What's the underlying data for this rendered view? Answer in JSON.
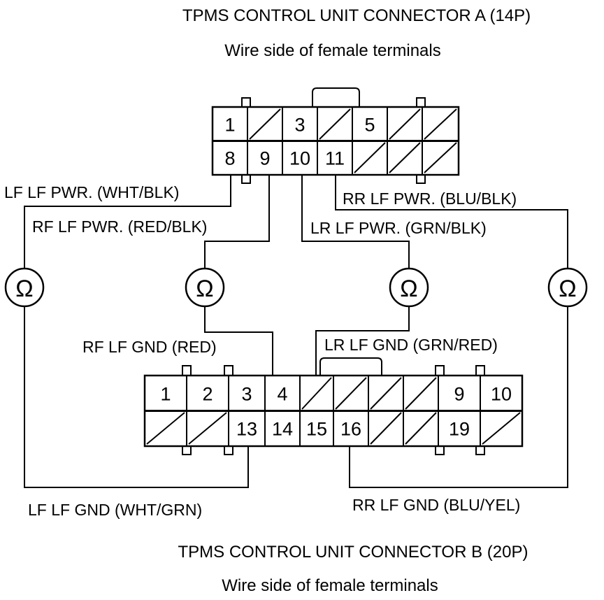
{
  "connector_a": {
    "title": "TPMS CONTROL UNIT CONNECTOR A (14P)",
    "subtitle": "Wire side of female terminals",
    "row1": [
      "1",
      "",
      "3",
      "",
      "5",
      "",
      ""
    ],
    "row2": [
      "8",
      "9",
      "10",
      "11",
      "",
      "",
      ""
    ]
  },
  "connector_b": {
    "title": "TPMS CONTROL UNIT CONNECTOR B (20P)",
    "subtitle": "Wire side of female terminals",
    "row1": [
      "1",
      "2",
      "3",
      "4",
      "",
      "",
      "",
      "",
      "9",
      "10"
    ],
    "row2": [
      "",
      "",
      "13",
      "14",
      "15",
      "16",
      "",
      "",
      "19",
      ""
    ]
  },
  "wires": {
    "lf_pwr": "LF LF PWR. (WHT/BLK)",
    "rf_pwr": "RF LF PWR. (RED/BLK)",
    "lr_pwr": "LR LF PWR. (GRN/BLK)",
    "rr_pwr": "RR LF PWR. (BLU/BLK)",
    "rf_gnd": "RF LF GND (RED)",
    "lr_gnd": "LR LF GND (GRN/RED)",
    "lf_gnd": "LF LF GND (WHT/GRN)",
    "rr_gnd": "RR LF GND (BLU/YEL)"
  },
  "meter_symbol": "Ω"
}
